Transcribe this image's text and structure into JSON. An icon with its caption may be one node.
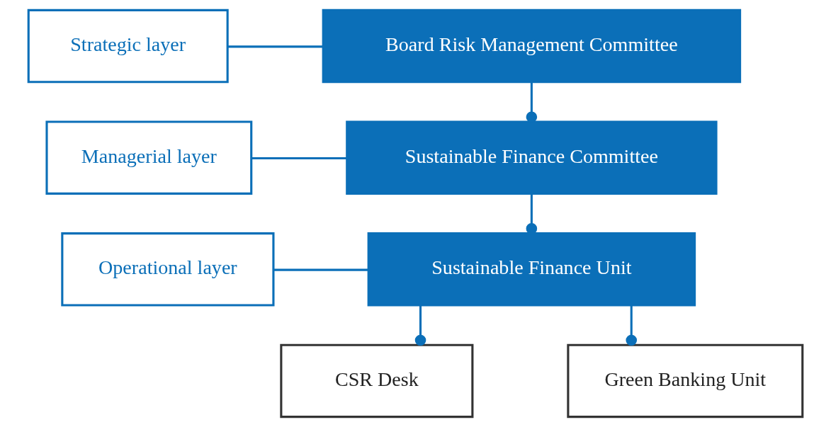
{
  "diagram": {
    "nodes": [
      {
        "text": [
          "Strategic layer"
        ]
      },
      {
        "text": [
          "Board Risk Management Committee"
        ]
      },
      {
        "text": [
          "Managerial layer"
        ]
      },
      {
        "text": [
          "Sustainable Finance Committee"
        ]
      },
      {
        "text": [
          "Operational layer"
        ]
      },
      {
        "text": [
          "Sustainable Finance Unit"
        ]
      },
      {
        "text": [
          "CSR Desk"
        ]
      },
      {
        "text": [
          "Green Banking Unit"
        ]
      }
    ],
    "edges": [
      {
        "from": 0,
        "to": 1,
        "arrow": "none"
      },
      {
        "from": 2,
        "to": 3,
        "arrow": "none"
      },
      {
        "from": 4,
        "to": 5,
        "arrow": "none"
      },
      {
        "from": 1,
        "to": 3,
        "arrow": "other"
      },
      {
        "from": 3,
        "to": 5,
        "arrow": "other"
      },
      {
        "from": 5,
        "to": 6,
        "arrow": "other"
      },
      {
        "from": 5,
        "to": 7,
        "arrow": "other"
      }
    ]
  }
}
